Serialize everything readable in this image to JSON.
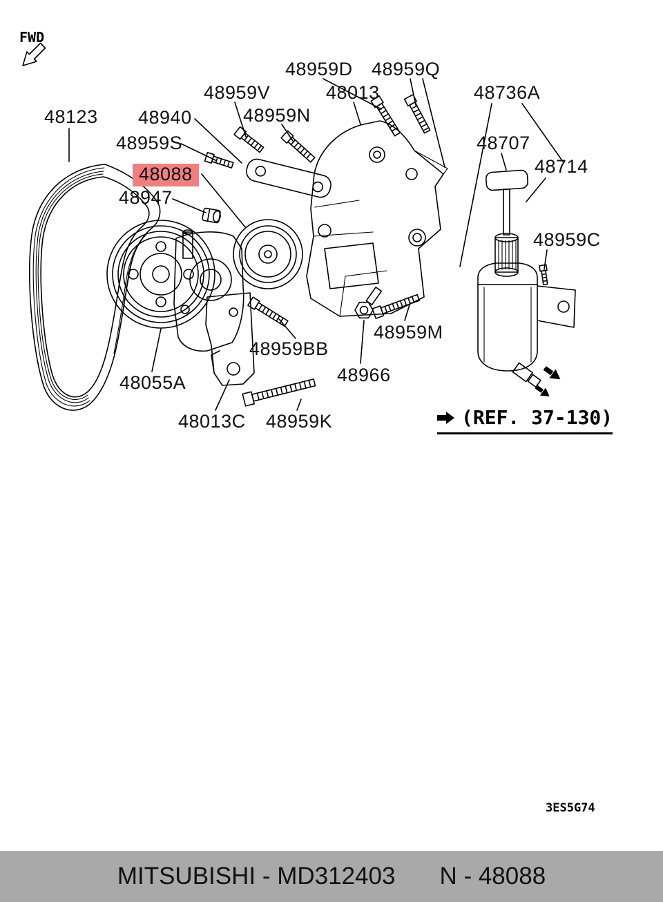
{
  "colors": {
    "background": "#ffffff",
    "highlight": "#f08080",
    "footer_bg": "#a9a9a9",
    "line": "#000000"
  },
  "fwd": {
    "label": "FWD"
  },
  "labels": [
    {
      "id": "48959D",
      "text": "48959D",
      "highlighted": false
    },
    {
      "id": "48959Q",
      "text": "48959Q",
      "highlighted": false
    },
    {
      "id": "48959V",
      "text": "48959V",
      "highlighted": false
    },
    {
      "id": "48013",
      "text": "48013",
      "highlighted": false
    },
    {
      "id": "48736A",
      "text": "48736A",
      "highlighted": false
    },
    {
      "id": "48940",
      "text": "48940",
      "highlighted": false
    },
    {
      "id": "48959N",
      "text": "48959N",
      "highlighted": false
    },
    {
      "id": "48123",
      "text": "48123",
      "highlighted": false
    },
    {
      "id": "48959S",
      "text": "48959S",
      "highlighted": false
    },
    {
      "id": "48707",
      "text": "48707",
      "highlighted": false
    },
    {
      "id": "48714",
      "text": "48714",
      "highlighted": false
    },
    {
      "id": "48088",
      "text": "48088",
      "highlighted": true
    },
    {
      "id": "48947",
      "text": "48947",
      "highlighted": false
    },
    {
      "id": "48959C",
      "text": "48959C",
      "highlighted": false
    },
    {
      "id": "48959M",
      "text": "48959M",
      "highlighted": false
    },
    {
      "id": "48959BB",
      "text": "48959BB",
      "highlighted": false
    },
    {
      "id": "48966",
      "text": "48966",
      "highlighted": false
    },
    {
      "id": "48055A",
      "text": "48055A",
      "highlighted": false
    },
    {
      "id": "48013C",
      "text": "48013C",
      "highlighted": false
    },
    {
      "id": "48959K",
      "text": "48959K",
      "highlighted": false
    }
  ],
  "ref_note": {
    "text": "(REF. 37-130)"
  },
  "drawing_code": "3ES5G74",
  "footer": {
    "manufacturer_part": "MITSUBISHI - MD312403",
    "part_ref": "N - 48088"
  }
}
